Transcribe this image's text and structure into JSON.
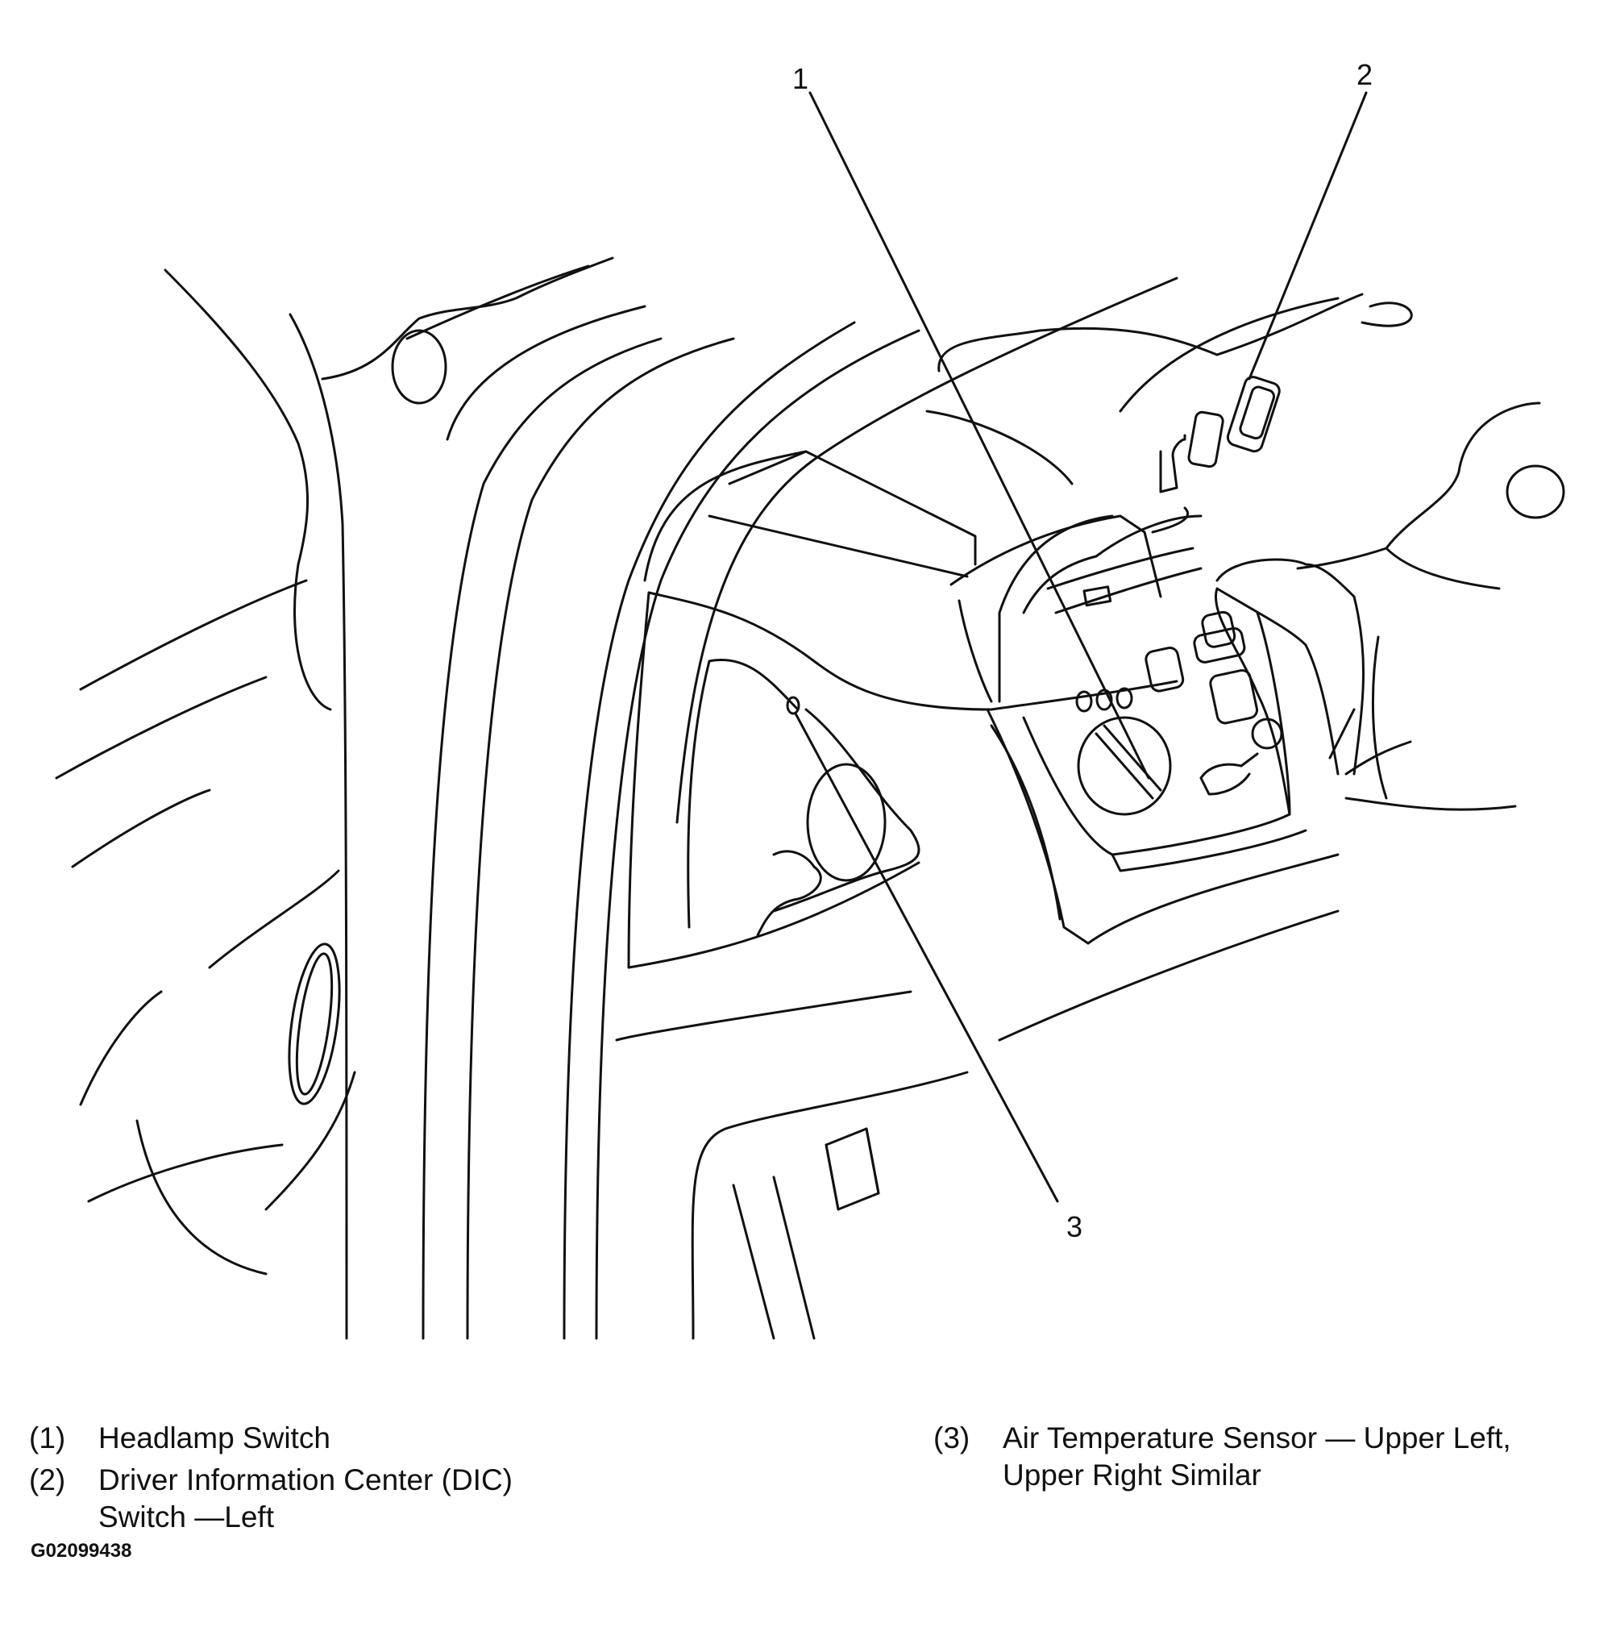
{
  "callouts": [
    "1",
    "2",
    "3"
  ],
  "legend": [
    {
      "number": "(1)",
      "lines": [
        "Headlamp Switch"
      ]
    },
    {
      "number": "(2)",
      "lines": [
        "Driver Information Center (DIC)",
        "Switch —Left"
      ]
    },
    {
      "number": "(3)",
      "lines": [
        "Air Temperature Sensor — Upper Left,",
        "Upper Right Similar"
      ]
    }
  ],
  "figure_id": "G02099438"
}
